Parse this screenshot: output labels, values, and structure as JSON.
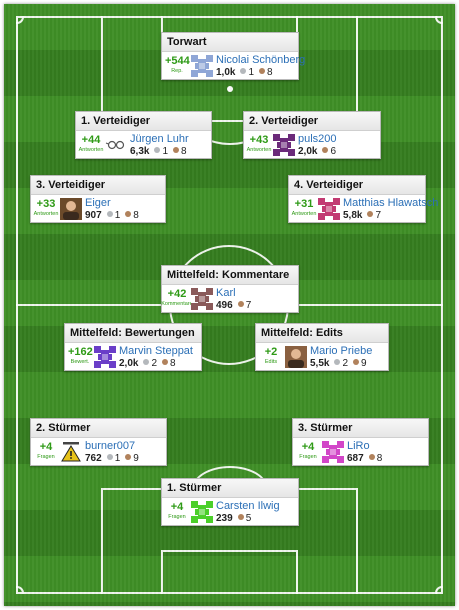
{
  "positions": [
    {
      "title": "Torwart",
      "score": "+544",
      "score_caption": "Rep.",
      "user": "Nicolai Schönberg",
      "rep": "1,0k",
      "silver": "1",
      "bronze": "8",
      "avatar": "identicon-icon",
      "avatar_color": "#8fa6d6"
    },
    {
      "title": "1. Verteidiger",
      "score": "+44",
      "score_caption": "Antworten",
      "user": "Jürgen Luhr",
      "rep": "6,3k",
      "silver": "1",
      "bronze": "8",
      "avatar": "glasses-avatar-icon",
      "avatar_color": "#555555"
    },
    {
      "title": "2. Verteidiger",
      "score": "+43",
      "score_caption": "Antworten",
      "user": "puls200",
      "rep": "2,0k",
      "bronze": "6",
      "avatar": "identicon-icon",
      "avatar_color": "#6b2a7a"
    },
    {
      "title": "3. Verteidiger",
      "score": "+33",
      "score_caption": "Antworten",
      "user": "Eiger",
      "rep": "907",
      "silver": "1",
      "bronze": "8",
      "avatar": "photo-avatar-icon",
      "avatar_color": "#6b4a2a"
    },
    {
      "title": "4. Verteidiger",
      "score": "+31",
      "score_caption": "Antworten",
      "user": "Matthias Hlawatsch",
      "rep": "5,8k",
      "bronze": "7",
      "avatar": "identicon-icon",
      "avatar_color": "#c23a72"
    },
    {
      "title": "Mittelfeld: Kommentare",
      "score": "+42",
      "score_caption": "Kommentare",
      "user": "Karl",
      "rep": "496",
      "bronze": "7",
      "avatar": "identicon-icon",
      "avatar_color": "#8a5a5a"
    },
    {
      "title": "Mittelfeld: Bewertungen",
      "score": "+162",
      "score_caption": "Bewert.",
      "user": "Marvin Steppat",
      "rep": "2,0k",
      "silver": "2",
      "bronze": "8",
      "avatar": "identicon-icon",
      "avatar_color": "#6a3ec8"
    },
    {
      "title": "Mittelfeld: Edits",
      "score": "+2",
      "score_caption": "Edits",
      "user": "Mario Priebe",
      "rep": "5,5k",
      "silver": "2",
      "bronze": "9",
      "avatar": "photo-avatar-icon",
      "avatar_color": "#8a6040"
    },
    {
      "title": "2. Stürmer",
      "score": "+4",
      "score_caption": "Fragen",
      "user": "burner007",
      "rep": "762",
      "silver": "1",
      "bronze": "9",
      "avatar": "warning-avatar-icon",
      "avatar_color": "#e6c21a"
    },
    {
      "title": "3. Stürmer",
      "score": "+4",
      "score_caption": "Fragen",
      "user": "LiRo",
      "rep": "687",
      "bronze": "8",
      "avatar": "identicon-icon",
      "avatar_color": "#d246c8"
    },
    {
      "title": "1. Stürmer",
      "score": "+4",
      "score_caption": "Fragen",
      "user": "Carsten Ilwig",
      "rep": "239",
      "bronze": "5",
      "avatar": "identicon-icon",
      "avatar_color": "#4bcf2a"
    }
  ],
  "colors": {
    "score": "#2e9a16",
    "link": "#2b6fb6",
    "grass_light": "#3f8f26",
    "grass_dark": "#357d1f"
  }
}
